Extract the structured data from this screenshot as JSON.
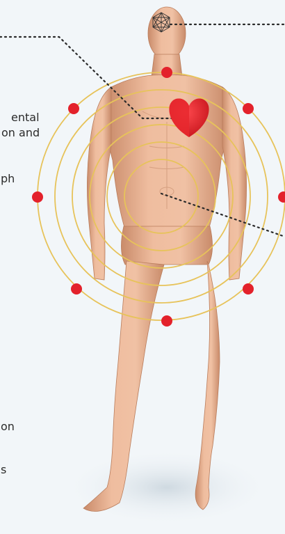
{
  "left_text_fragments": [
    {
      "id": "frag-1",
      "text": "ental"
    },
    {
      "id": "frag-2",
      "text": "on and"
    },
    {
      "id": "frag-3",
      "text": "ph"
    },
    {
      "id": "frag-4",
      "text": "on"
    },
    {
      "id": "frag-5",
      "text": "s"
    }
  ],
  "colors": {
    "background": "#f2f6f9",
    "rings": "#e7c35a",
    "dots": "#e3212b",
    "heart": "#e8282e",
    "skin": "#e6ad8e",
    "dotted_line": "#2a2a2a"
  },
  "icons": [
    "sacred-geometry-icon",
    "heart-icon"
  ]
}
